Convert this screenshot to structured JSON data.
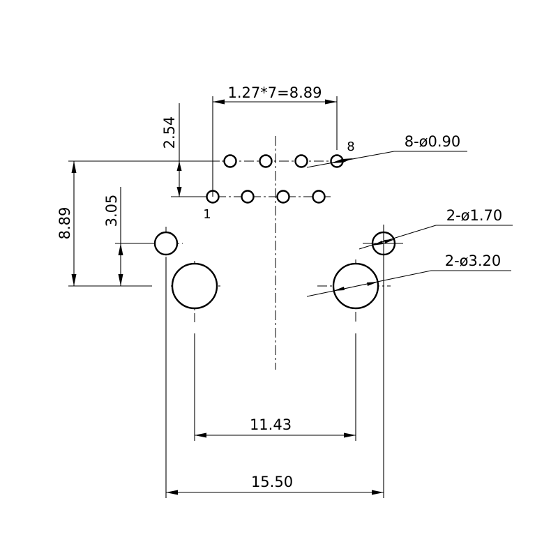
{
  "dimensions": {
    "pitch": "1.27*7=8.89",
    "row_offset": "2.54",
    "pin_diameter": "8-ø0.90",
    "locating_diameter": "2-ø1.70",
    "mount_diameter": "2-ø3.20",
    "height": "8.89",
    "peg_offset": "3.05",
    "mount_spacing": "11.43",
    "overall_width": "15.50"
  },
  "pin_labels": {
    "first": "1",
    "last": "8"
  }
}
